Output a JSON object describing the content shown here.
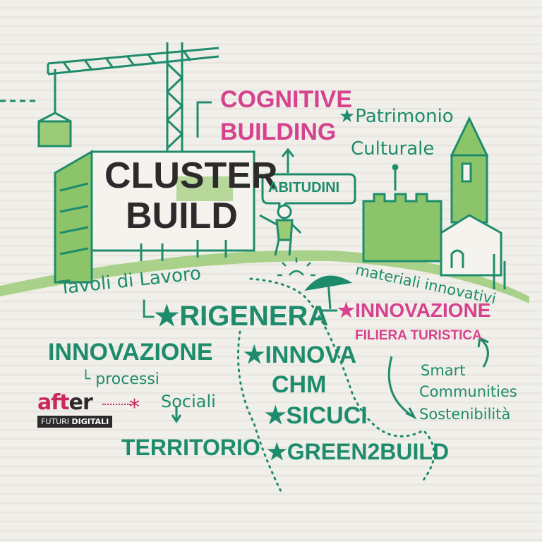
{
  "title": {
    "line1": "CLUSTER",
    "line2": "BUILD"
  },
  "cognitive": {
    "line1": "COGNITIVE",
    "line2": "BUILDING"
  },
  "abitudini": "ABITUDINI",
  "patrimonio": {
    "line1": "★Patrimonio",
    "line2": "Culturale"
  },
  "tavoli": "Tavoli di Lavoro",
  "materiali": "materiali innovativi",
  "projects": {
    "rigenera": "└★RIGENERA",
    "innova_chm_1": "★INNOVA",
    "innova_chm_2": "CHM",
    "sicuci": "★SICUCI",
    "green2build": "★GREEN2BUILD"
  },
  "innovazione_filiera": {
    "line1": "★INNOVAZIONE",
    "line2": "FILIERA TURISTICA"
  },
  "smart": {
    "line1": "Smart",
    "line2": "Communities",
    "line3": "Sostenibilità"
  },
  "innovazione_processi": {
    "line1": "INNOVAZIONE",
    "line2": "└ processi",
    "line3": "Sociali",
    "arrow": "↓",
    "line4": "TERRITORIO"
  },
  "logo": {
    "word_a": "aft",
    "word_b": "er",
    "star": "*",
    "tag_1": "FUTURI",
    "tag_2": "DIGITALI"
  },
  "colors": {
    "teal": "#1e8c6c",
    "pink": "#d6428e",
    "light_green": "#8cc46a",
    "dark": "#2d2a2c"
  }
}
